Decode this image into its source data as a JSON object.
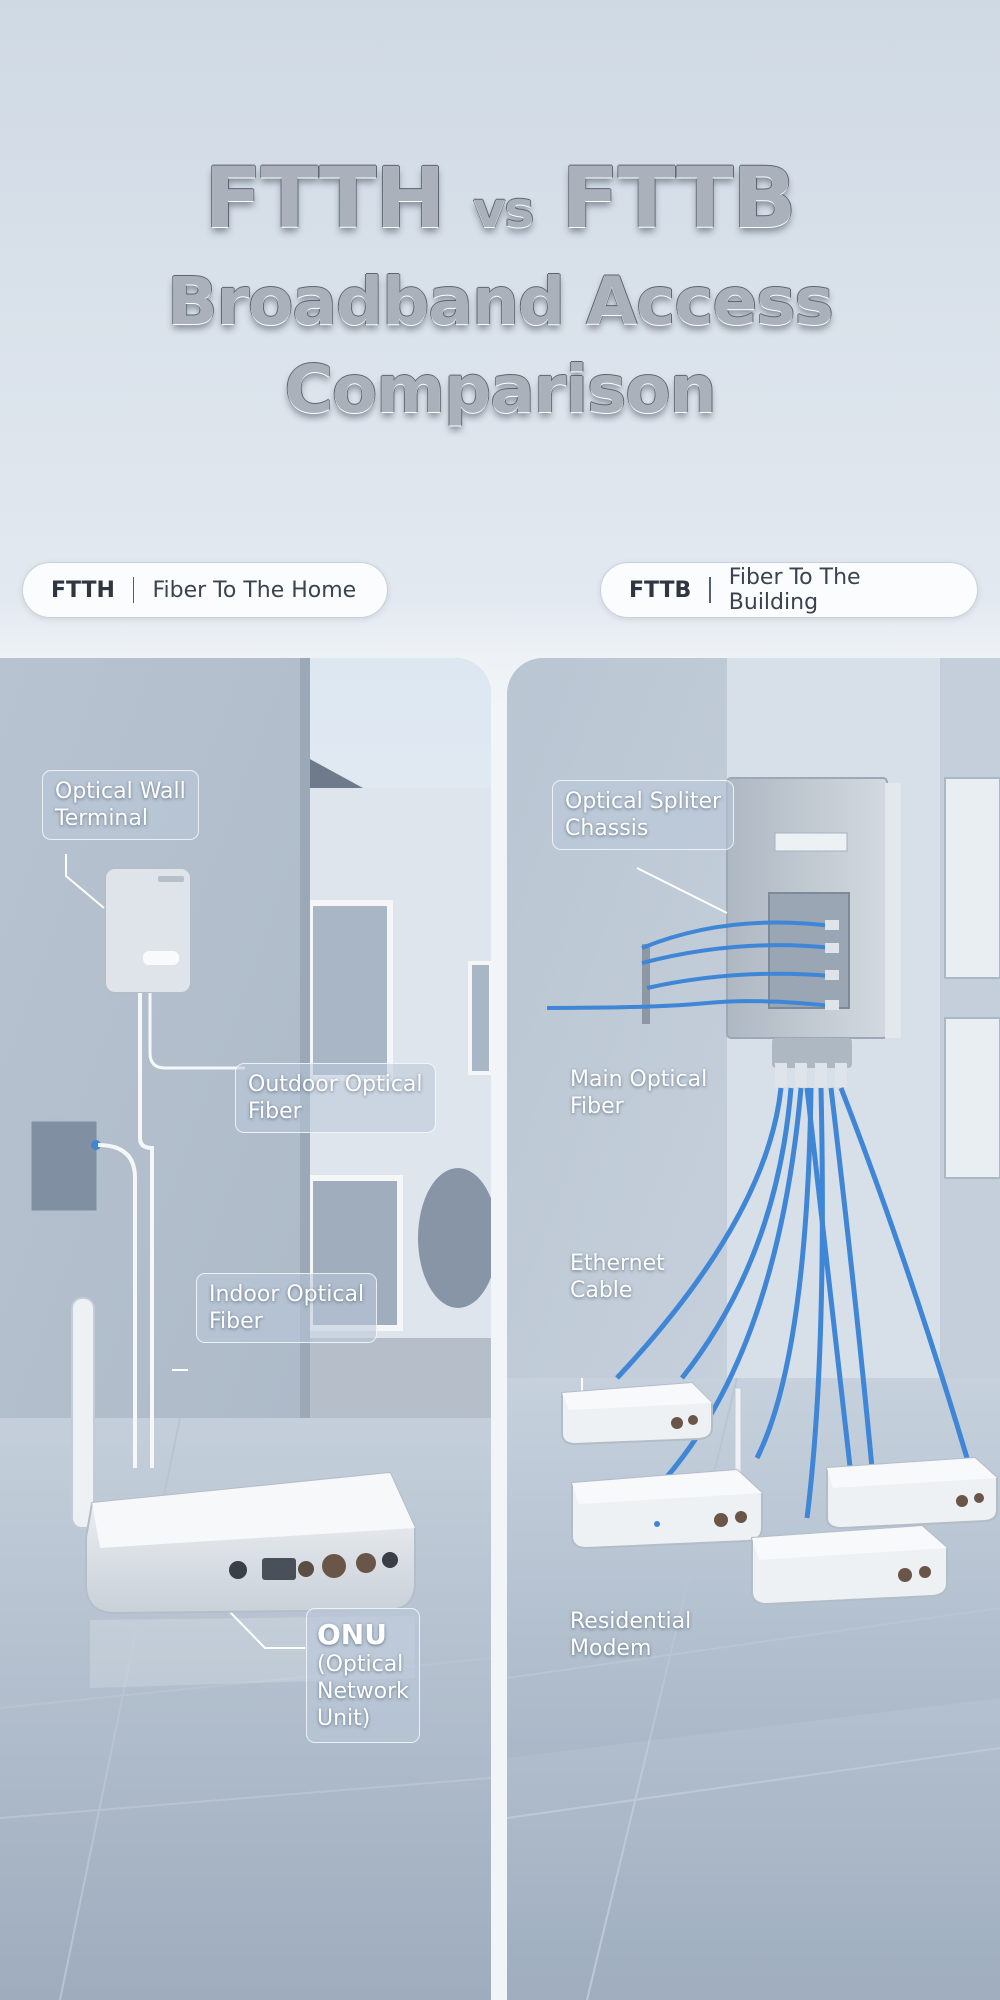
{
  "header": {
    "title_line1_a": "FTTH",
    "title_line1_vs": "vs",
    "title_line1_b": "FTTB",
    "title_line2": "Broadband Access",
    "title_line3": "Comparison"
  },
  "ftth": {
    "abbr": "FTTH",
    "name": "Fiber To The Home",
    "labels": {
      "wall_terminal": "Optical Wall\nTerminal",
      "outdoor_fiber": "Outdoor Optical\nFiber",
      "indoor_fiber": "Indoor Optical\nFiber",
      "onu_title": "ONU",
      "onu_desc": "(Optical\nNetwork\nUnit)"
    }
  },
  "fttb": {
    "abbr": "FTTB",
    "name": "Fiber To The Building",
    "labels": {
      "splitter_chassis": "Optical Spliter\nChassis",
      "main_fiber": "Main Optical\nFiber",
      "ethernet_cable": "Ethernet\nCable",
      "residential_modem": "Residential\nModem"
    }
  },
  "colors": {
    "fiber_blue": "#3f86d6",
    "panel_bg": "#c9d4e0",
    "device_white": "#eef1f4"
  }
}
